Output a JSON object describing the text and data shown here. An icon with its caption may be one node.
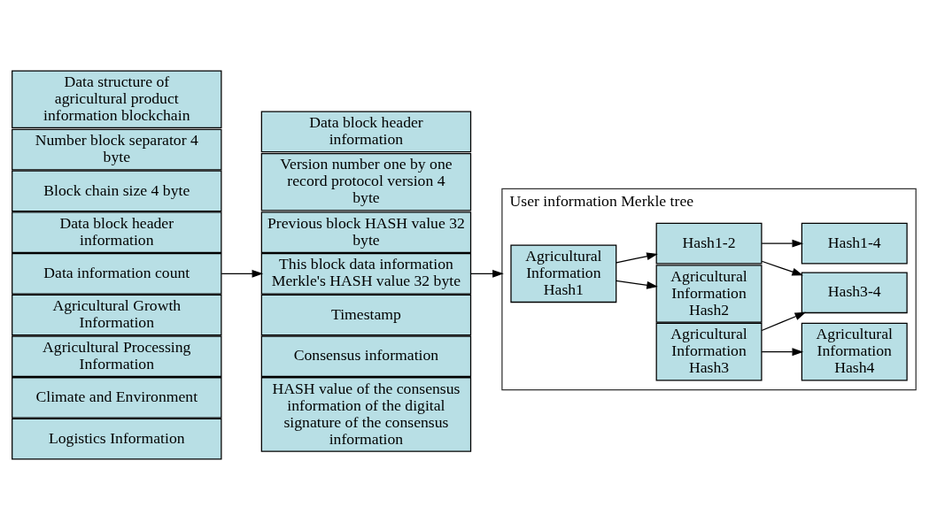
{
  "diagram": {
    "nodes": [
      {
        "text": [
          "Data structure of agricultural product information blockchain"
        ]
      },
      {
        "text": [
          "Number block separator 4 byte"
        ]
      },
      {
        "text": [
          "Block chain size 4 byte"
        ]
      },
      {
        "text": [
          "Data block header information"
        ]
      },
      {
        "text": [
          "Data information count"
        ]
      },
      {
        "text": [
          "Agricultural Growth Information"
        ]
      },
      {
        "text": [
          "Agricultural Processing Information"
        ]
      },
      {
        "text": [
          "Climate and Environment"
        ]
      },
      {
        "text": [
          "Logistics Information"
        ]
      },
      {
        "text": [
          "Data block header information"
        ]
      },
      {
        "text": [
          "Version number one by one record protocol version 4 byte"
        ]
      },
      {
        "text": [
          "Previous block HASH value 32 byte"
        ]
      },
      {
        "text": [
          "This block data information Merkle's HASH value 32 byte"
        ]
      },
      {
        "text": [
          "Timestamp"
        ]
      },
      {
        "text": [
          "Consensus information"
        ]
      },
      {
        "text": [
          "HASH value of the consensus information of the digital signature of the consensus information"
        ]
      },
      {
        "text": [
          "User information Merkle tree"
        ]
      },
      {
        "text": [
          "Agricultural Information Hash1"
        ],
        "in": 16
      },
      {
        "text": [
          "Hash1-2"
        ],
        "in": 16
      },
      {
        "text": [
          "Agricultural Information Hash2"
        ],
        "in": 16
      },
      {
        "text": [
          "Hash1-4"
        ],
        "in": 16
      },
      {
        "text": [
          "Agricultural Information Hash3"
        ],
        "in": 16
      },
      {
        "text": [
          "Hash3-4"
        ],
        "in": 16
      },
      {
        "text": [
          "Agricultural Information Hash4"
        ],
        "in": 16
      }
    ],
    "edges": [
      {
        "from": 4,
        "to": 12,
        "arrow": "to"
      },
      {
        "from": 12,
        "to": 16,
        "arrow": "to"
      },
      {
        "from": 17,
        "to": 18,
        "arrow": "to"
      },
      {
        "from": 17,
        "to": 19,
        "arrow": "to"
      },
      {
        "from": 18,
        "to": 20,
        "arrow": "to"
      },
      {
        "from": 18,
        "to": 22,
        "arrow": "to"
      },
      {
        "from": 21,
        "to": 22,
        "arrow": "to"
      },
      {
        "from": 21,
        "to": 23,
        "arrow": "to"
      }
    ]
  }
}
